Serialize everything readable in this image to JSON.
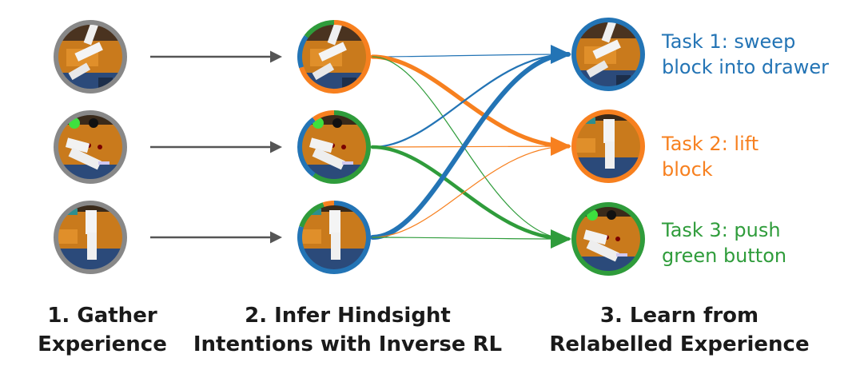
{
  "colors": {
    "task1": "#2374b5",
    "task2": "#f7801f",
    "task3": "#2f9c3b",
    "gather_ring": "#888888",
    "arrow": "#555555",
    "text": "#1a1a1a"
  },
  "icons": {
    "thumbnail": "robot-arm-scene-icon",
    "arrow": "arrow-right-icon"
  },
  "tasks": [
    {
      "line1": "Task 1: sweep",
      "line2": "block into drawer"
    },
    {
      "line1": "Task 2: lift",
      "line2": "block"
    },
    {
      "line1": "Task 3: push",
      "line2": "green button"
    }
  ],
  "steps": [
    {
      "line1": "1. Gather",
      "line2": "Experience"
    },
    {
      "line1": "2. Infer Hindsight",
      "line2": "Intentions with Inverse RL"
    },
    {
      "line1": "3. Learn from",
      "line2": "Relabelled Experience"
    }
  ],
  "relabel_weights": [
    [
      0.15,
      0.7,
      0.15
    ],
    [
      0.3,
      0.1,
      0.6
    ],
    [
      0.8,
      0.05,
      0.15
    ]
  ]
}
